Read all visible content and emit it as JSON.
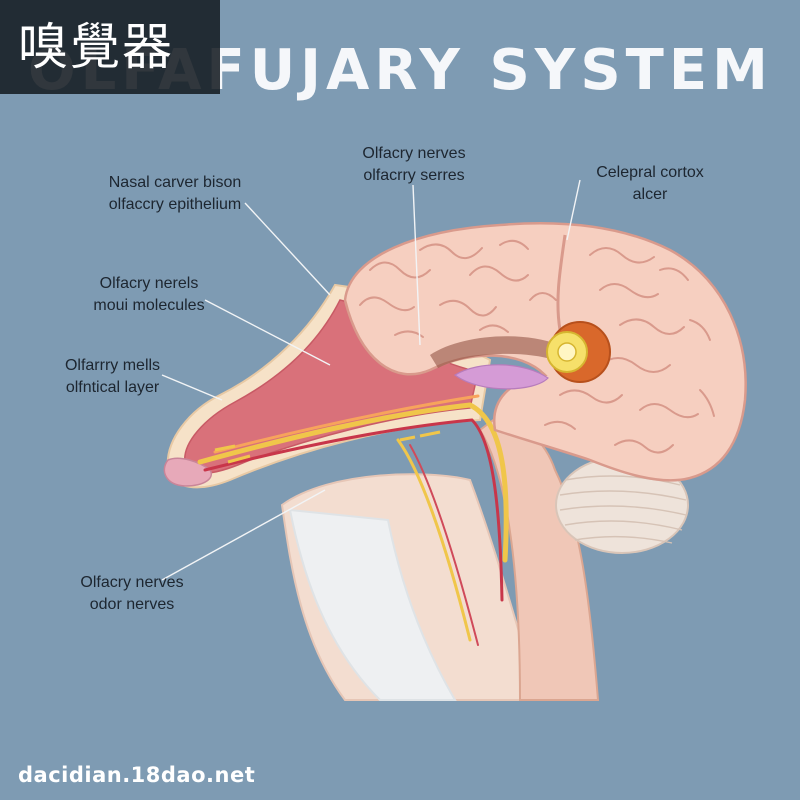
{
  "badge": {
    "text": "嗅覺器"
  },
  "title": "OLFAFUJARY SYSTEM",
  "labels": {
    "nasal": {
      "line1": "Nasal carver bison",
      "line2": "olfaccry epithelium"
    },
    "nerels": {
      "line1": "Olfacry nerels",
      "line2": "moui molecules"
    },
    "mells": {
      "line1": "Olfarrry mells",
      "line2": "olfntical layer"
    },
    "odor": {
      "line1": "Olfacry nerves",
      "line2": "odor nerves"
    },
    "top_center": {
      "line1": "Olfacry nerves",
      "line2": "olfacrry serres"
    },
    "cortex": {
      "line1": "Celepral cortox",
      "line2": "alcer"
    }
  },
  "watermark": "dacidian.18dao.net",
  "colors": {
    "background": "#7e9bb3",
    "brain": "#f6cfc0",
    "brain_folds": "#d99a8c",
    "nasal_mucosa": "#d9717a",
    "nerve_yellow": "#f0c64a",
    "nerve_red": "#c8364a",
    "bulb_orange": "#d9682b",
    "cerebellum": "#eee3da"
  }
}
